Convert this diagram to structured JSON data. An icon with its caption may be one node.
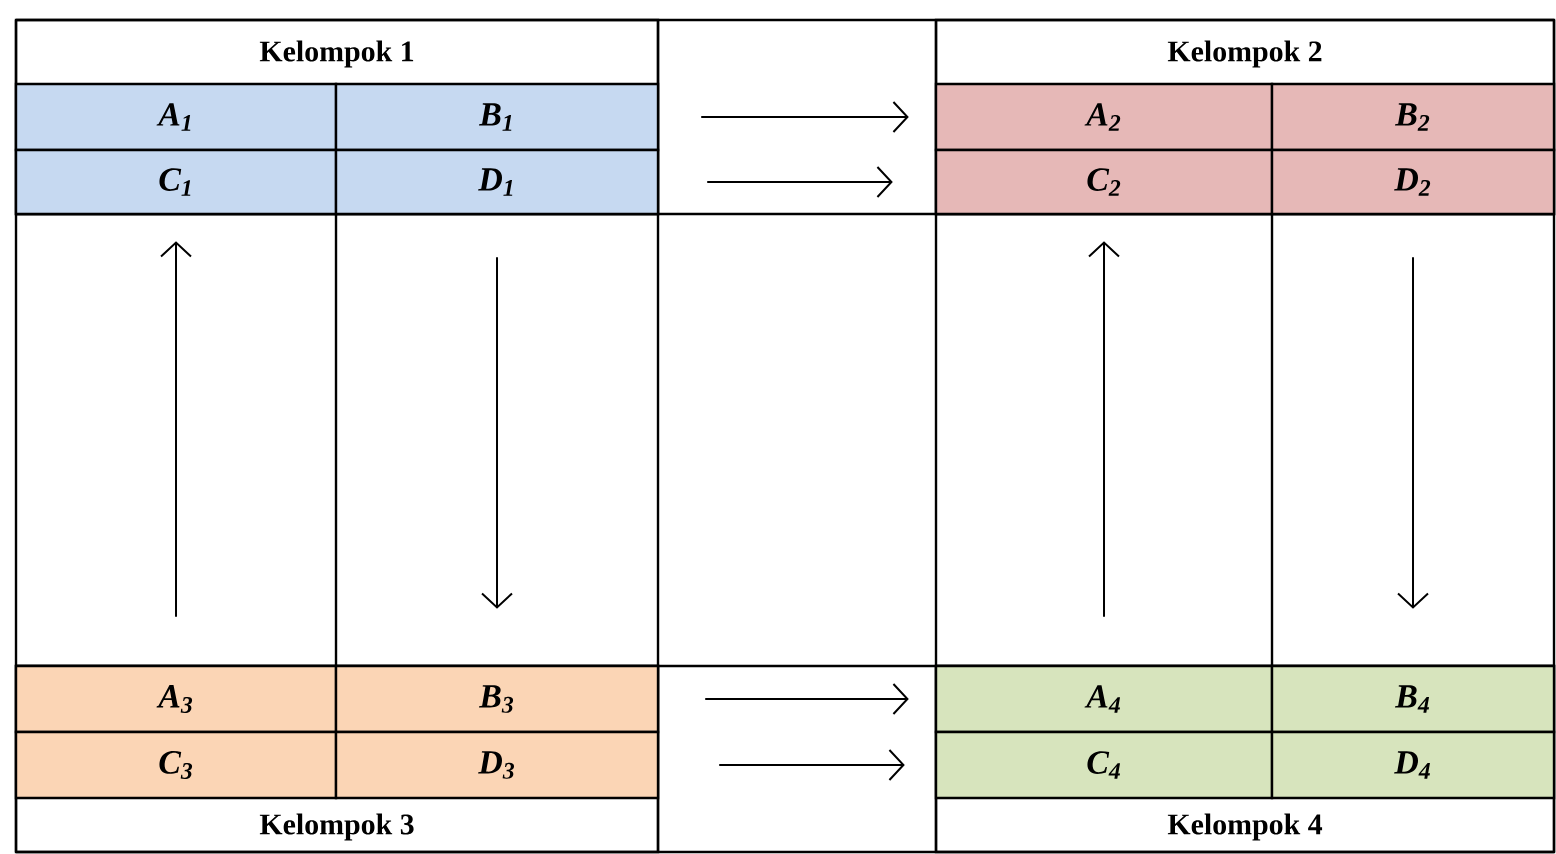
{
  "diagram": {
    "nodes": [
      {
        "text": [
          "Kelompok 1"
        ]
      },
      {
        "text": [
          "A$_{1}$"
        ],
        "in": 0
      },
      {
        "text": [
          "B$_{1}$"
        ],
        "in": 0
      },
      {
        "text": [
          "C$_{1}$"
        ],
        "in": 0
      },
      {
        "text": [
          "D$_{1}$"
        ],
        "in": 0
      },
      {
        "text": [
          "Kelompok 2"
        ]
      },
      {
        "text": [
          "A$_{2}$"
        ],
        "in": 5
      },
      {
        "text": [
          "B$_{2}$"
        ],
        "in": 5
      },
      {
        "text": [
          "C$_{2}$"
        ],
        "in": 5
      },
      {
        "text": [
          "D$_{2}$"
        ],
        "in": 5
      },
      {
        "text": [
          "Kelompok 3"
        ]
      },
      {
        "text": [
          "A$_{3}$"
        ],
        "in": 10
      },
      {
        "text": [
          "B$_{3}$"
        ],
        "in": 10
      },
      {
        "text": [
          "C$_{3}$"
        ],
        "in": 10
      },
      {
        "text": [
          "D$_{3}$"
        ],
        "in": 10
      },
      {
        "text": [
          "Kelompok 4"
        ]
      },
      {
        "text": [
          "A$_{4}$"
        ],
        "in": 15
      },
      {
        "text": [
          "B$_{4}$"
        ],
        "in": 15
      },
      {
        "text": [
          "C$_{4}$"
        ],
        "in": 15
      },
      {
        "text": [
          "D$_{4}$"
        ],
        "in": 15
      }
    ],
    "edges": [
      {
        "from": 2,
        "to": 6,
        "arrow": "to"
      },
      {
        "from": 4,
        "to": 8,
        "arrow": "to"
      },
      {
        "from": 11,
        "to": 3,
        "arrow": "to"
      },
      {
        "from": 4,
        "to": 12,
        "arrow": "to"
      },
      {
        "from": 16,
        "to": 8,
        "arrow": "to"
      },
      {
        "from": 9,
        "to": 17,
        "arrow": "to"
      },
      {
        "from": 12,
        "to": 16,
        "arrow": "to"
      },
      {
        "from": 14,
        "to": 18,
        "arrow": "to"
      }
    ]
  }
}
